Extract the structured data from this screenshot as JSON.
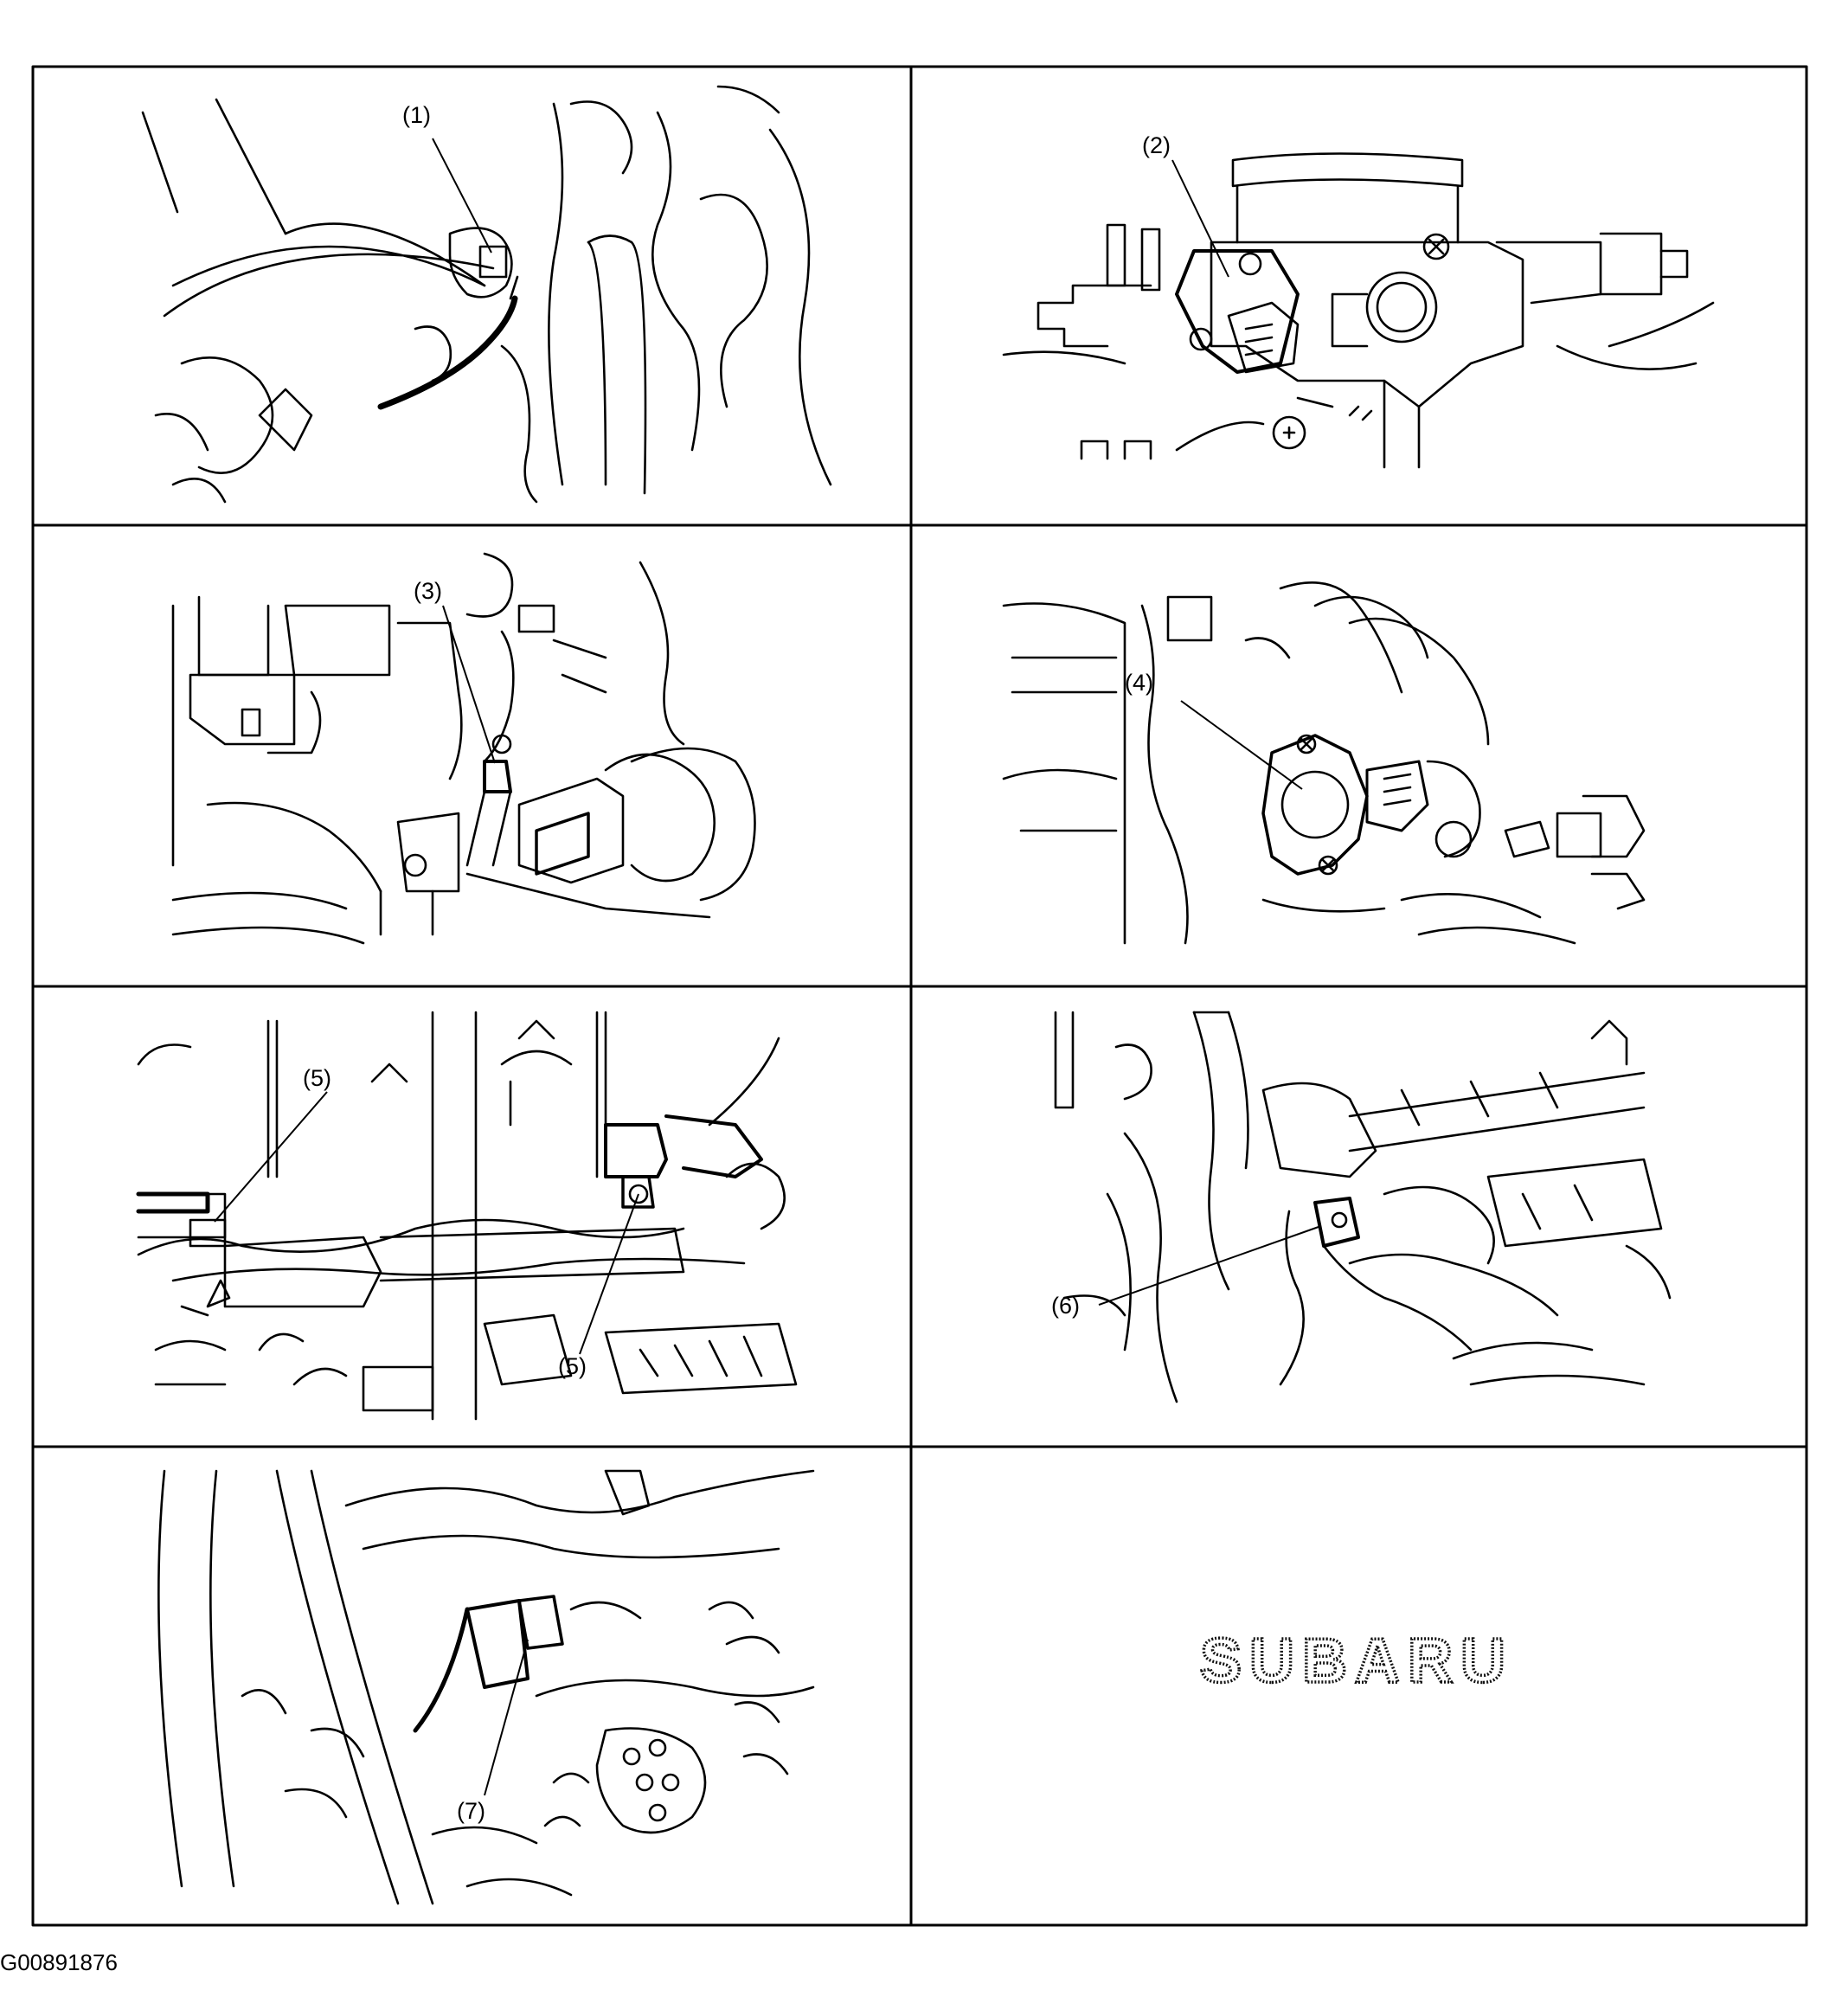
{
  "panels": [
    {
      "callouts": [
        "(1)"
      ]
    },
    {
      "callouts": [
        "(2)"
      ]
    },
    {
      "callouts": [
        "(3)"
      ]
    },
    {
      "callouts": [
        "(4)"
      ]
    },
    {
      "callouts": [
        "(5)",
        "(5)"
      ]
    },
    {
      "callouts": [
        "(6)"
      ]
    },
    {
      "callouts": [
        "(7)"
      ]
    },
    {
      "logo": "SUBARU"
    }
  ],
  "figure_id": "G00891876",
  "colors": {
    "line": "#000000",
    "background": "#ffffff"
  }
}
